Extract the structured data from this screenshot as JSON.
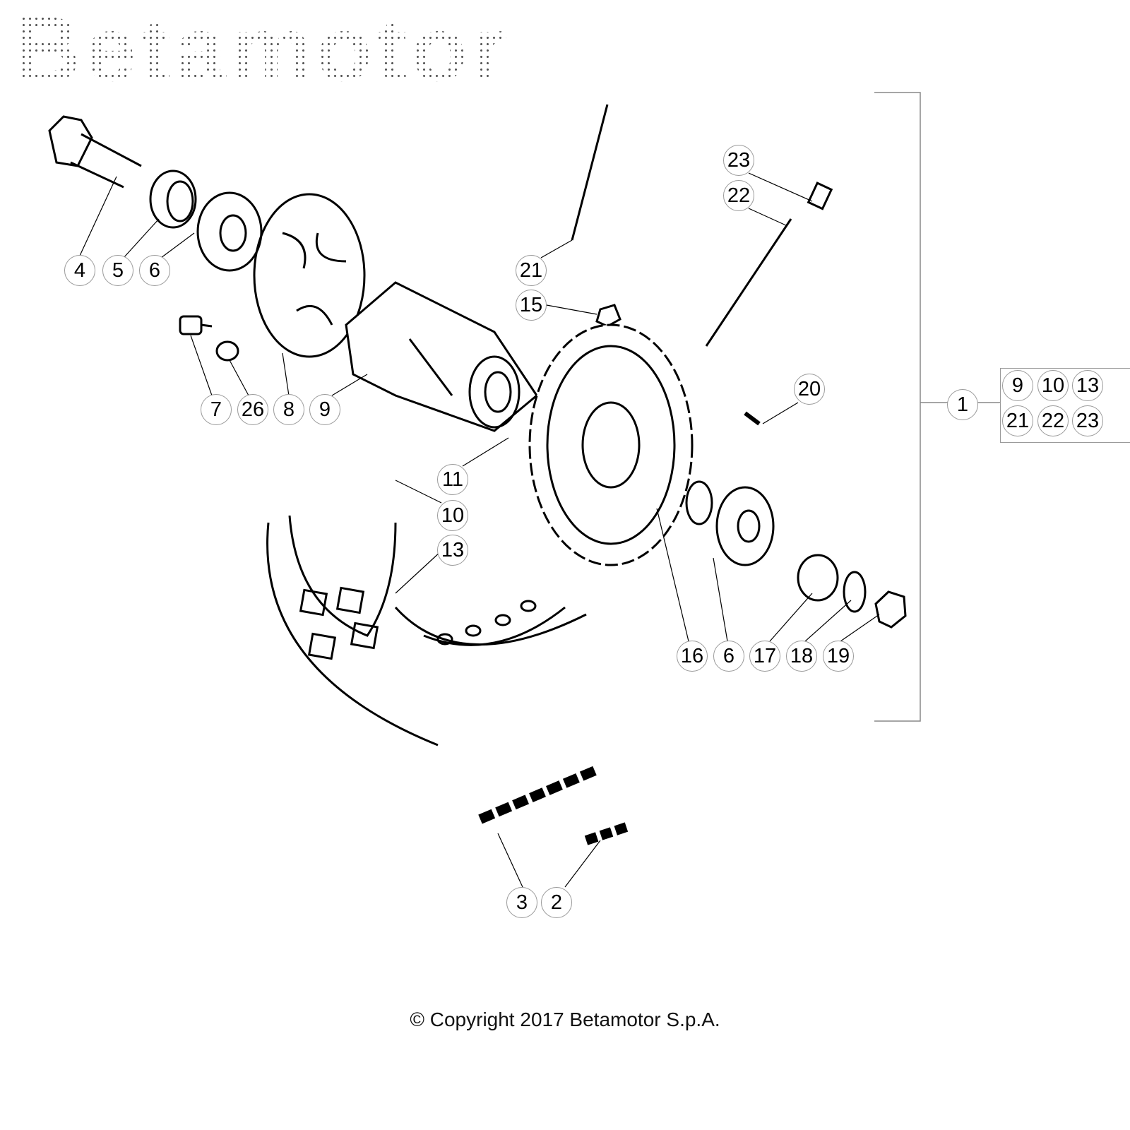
{
  "diagram": {
    "title": "Rear wheel exploded parts diagram",
    "callouts": [
      "1",
      "2",
      "3",
      "4",
      "5",
      "6",
      "6",
      "7",
      "8",
      "9",
      "10",
      "11",
      "13",
      "15",
      "16",
      "17",
      "18",
      "19",
      "20",
      "21",
      "22",
      "23",
      "26"
    ],
    "kit": {
      "parent": "1",
      "contents": [
        "9",
        "10",
        "13",
        "21",
        "22",
        "23"
      ]
    },
    "watermark": "Betamotor",
    "copyright": "© Copyright 2017 Betamotor S.p.A."
  },
  "colors": {
    "line": "#000000",
    "callout_border": "#9a9a9a",
    "background": "#ffffff"
  }
}
